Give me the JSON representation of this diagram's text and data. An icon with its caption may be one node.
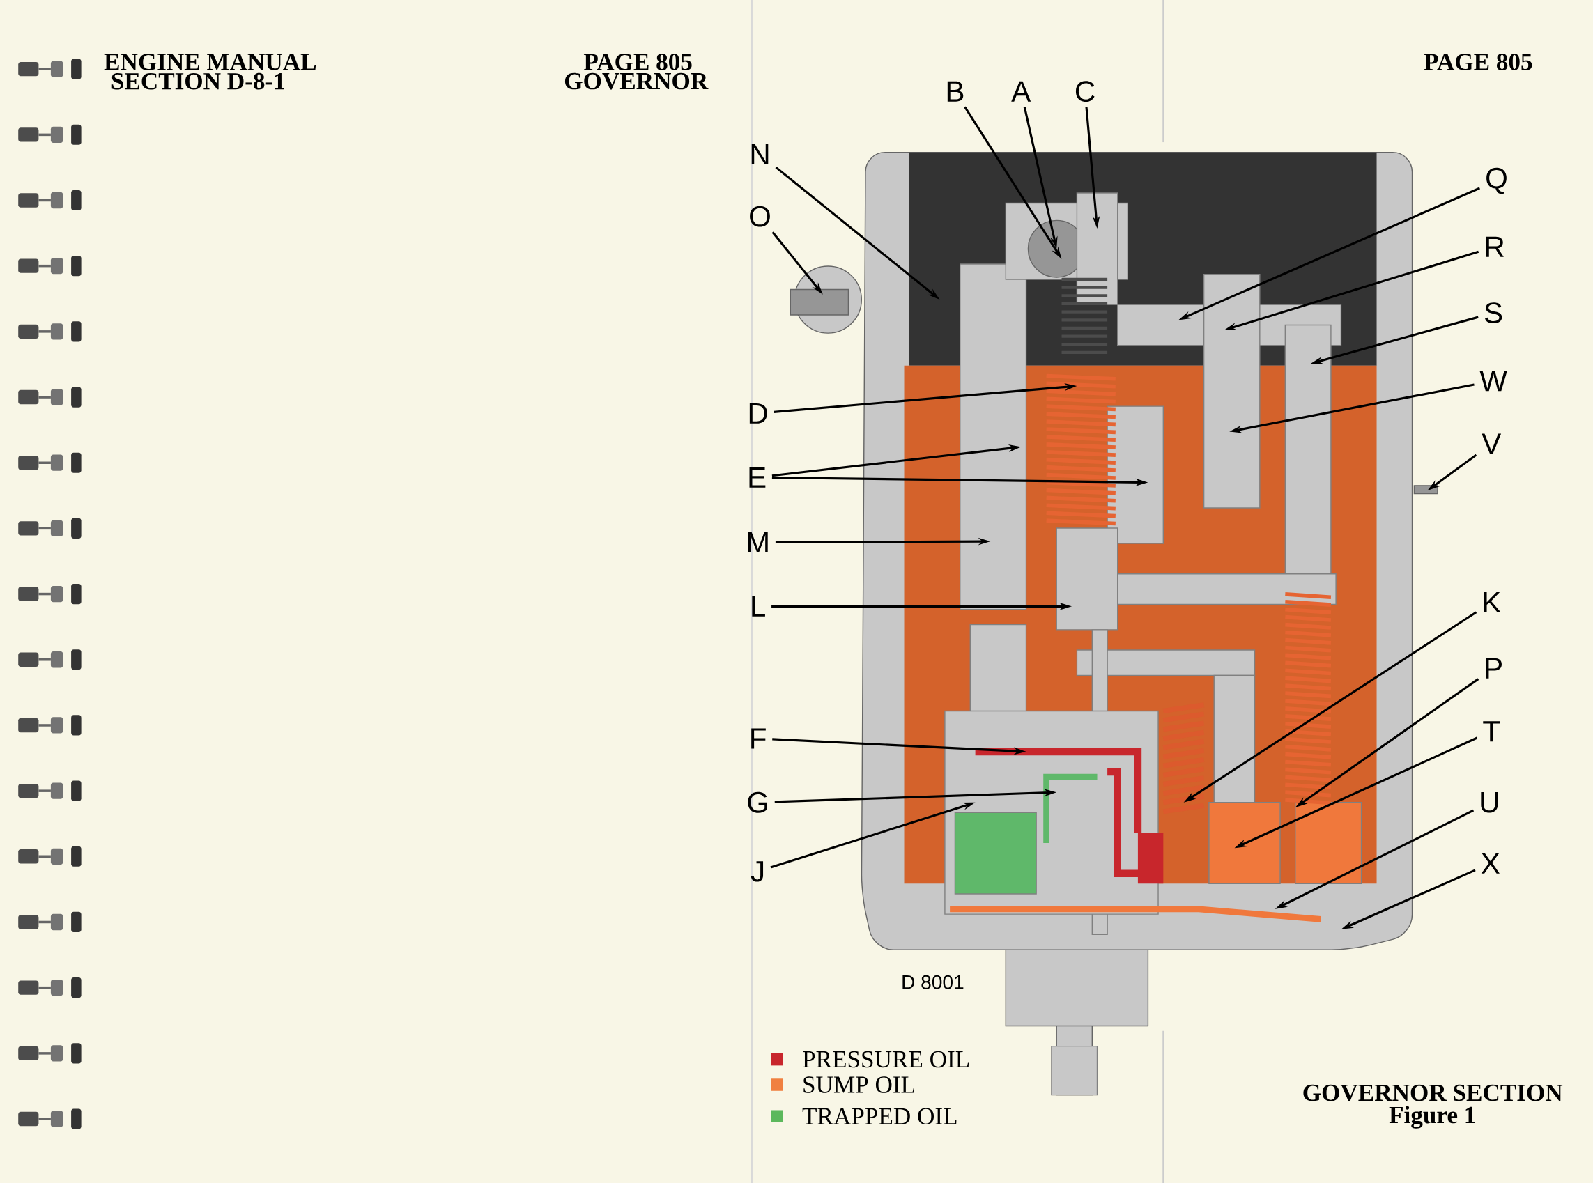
{
  "diagram": {
    "nodes": [
      {
        "text": [
          "B"
        ]
      },
      {
        "text": [
          "A"
        ]
      },
      {
        "text": [
          "C"
        ]
      },
      {
        "text": [
          "N"
        ]
      },
      {
        "text": [
          "O"
        ]
      },
      {
        "text": [
          "D"
        ]
      },
      {
        "text": [
          "E"
        ]
      },
      {
        "text": [
          "M"
        ]
      },
      {
        "text": [
          "L"
        ]
      },
      {
        "text": [
          "F"
        ]
      },
      {
        "text": [
          "G"
        ]
      },
      {
        "text": [
          "J"
        ]
      },
      {
        "text": [
          "Q"
        ]
      },
      {
        "text": [
          "R"
        ]
      },
      {
        "text": [
          "S"
        ]
      },
      {
        "text": [
          "W"
        ]
      },
      {
        "text": [
          "V"
        ]
      },
      {
        "text": [
          "K"
        ]
      },
      {
        "text": [
          "P"
        ]
      },
      {
        "text": [
          "T"
        ]
      },
      {
        "text": [
          "U"
        ]
      },
      {
        "text": [
          "X"
        ]
      }
    ],
    "edges": [
      {
        "from": 0,
        "to": null,
        "arrow": "to"
      },
      {
        "from": 1,
        "to": null,
        "arrow": "to"
      },
      {
        "from": 2,
        "to": null,
        "arrow": "to"
      },
      {
        "from": 3,
        "to": null,
        "arrow": "to"
      },
      {
        "from": 4,
        "to": null,
        "arrow": "to"
      },
      {
        "from": 5,
        "to": null,
        "arrow": "to"
      },
      {
        "from": 6,
        "to": null,
        "arrow": "to"
      },
      {
        "from": 6,
        "to": null,
        "arrow": "to"
      },
      {
        "from": 7,
        "to": null,
        "arrow": "to"
      },
      {
        "from": 8,
        "to": null,
        "arrow": "to"
      },
      {
        "from": 9,
        "to": null,
        "arrow": "to"
      },
      {
        "from": 10,
        "to": null,
        "arrow": "to"
      },
      {
        "from": 11,
        "to": null,
        "arrow": "to"
      },
      {
        "from": 12,
        "to": null,
        "arrow": "to"
      },
      {
        "from": 13,
        "to": null,
        "arrow": "to"
      },
      {
        "from": 14,
        "to": null,
        "arrow": "to"
      },
      {
        "from": 15,
        "to": null,
        "arrow": "to"
      },
      {
        "from": 16,
        "to": null,
        "arrow": "to"
      },
      {
        "from": 17,
        "to": null,
        "arrow": "to"
      },
      {
        "from": 18,
        "to": null,
        "arrow": "to"
      },
      {
        "from": 19,
        "to": null,
        "arrow": "to"
      },
      {
        "from": 20,
        "to": null,
        "arrow": "to"
      },
      {
        "from": 21,
        "to": null,
        "arrow": "to"
      }
    ],
    "labels": [
      "ENGINE MANUAL",
      "SECTION D-8-1",
      "PAGE 805",
      "GOVERNOR",
      "PAGE 805",
      "D 8001",
      "GOVERNOR SECTION",
      "Figure 1"
    ],
    "legend": [
      {
        "text": "PRESSURE OIL",
        "color": "#c8262c"
      },
      {
        "text": "SUMP OIL",
        "color": "#f08040"
      },
      {
        "text": "TRAPPED OIL",
        "color": "#5cb85c"
      }
    ]
  }
}
